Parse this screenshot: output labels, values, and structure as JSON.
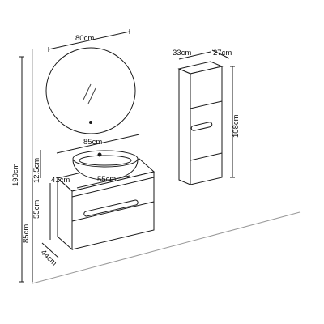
{
  "dimensions": {
    "mirror_width": "80cm",
    "cabinet_width": "33cm",
    "cabinet_depth": "27cm",
    "cabinet_height": "108cm",
    "vanity_width": "85cm",
    "basin_height": "12.5cm",
    "countertop_depth": "41cm",
    "countertop_width": "55cm",
    "total_height": "190cm",
    "drawer_height": "55cm",
    "mount_height": "85cm",
    "vanity_depth": "44cm"
  },
  "colors": {
    "line": "#1a1a1a",
    "fill": "#ffffff",
    "mirror_reflection": "#444444"
  }
}
